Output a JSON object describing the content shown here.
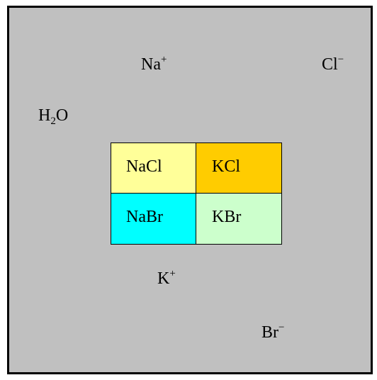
{
  "ions": {
    "na": {
      "base": "Na",
      "charge": "+"
    },
    "cl": {
      "base": "Cl",
      "charge": "−"
    },
    "water": {
      "pre": "H",
      "sub": "2",
      "post": "O"
    },
    "k": {
      "base": "K",
      "charge": "+"
    },
    "br": {
      "base": "Br",
      "charge": "−"
    }
  },
  "compounds": [
    {
      "label": "NaCl",
      "color": "#ffff99"
    },
    {
      "label": "KCl",
      "color": "#ffcc00"
    },
    {
      "label": "NaBr",
      "color": "#00ffff"
    },
    {
      "label": "KBr",
      "color": "#ccffcc"
    }
  ]
}
